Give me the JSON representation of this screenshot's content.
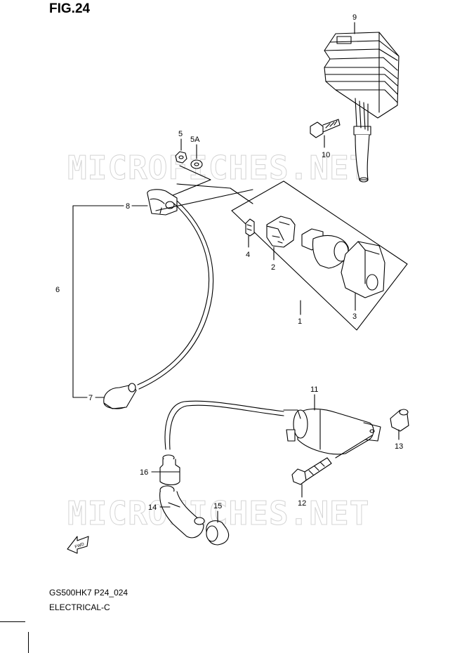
{
  "figure_title": "FIG.24",
  "footer": {
    "code": "GS500HK7 P24_024",
    "section": "ELECTRICAL-C"
  },
  "watermark": "MICROFICHES.NET",
  "callouts": [
    "9",
    "10",
    "5",
    "5A",
    "8",
    "6",
    "7",
    "4",
    "2",
    "1",
    "3",
    "11",
    "13",
    "12",
    "16",
    "14",
    "15"
  ],
  "fwd_label": "FWD"
}
